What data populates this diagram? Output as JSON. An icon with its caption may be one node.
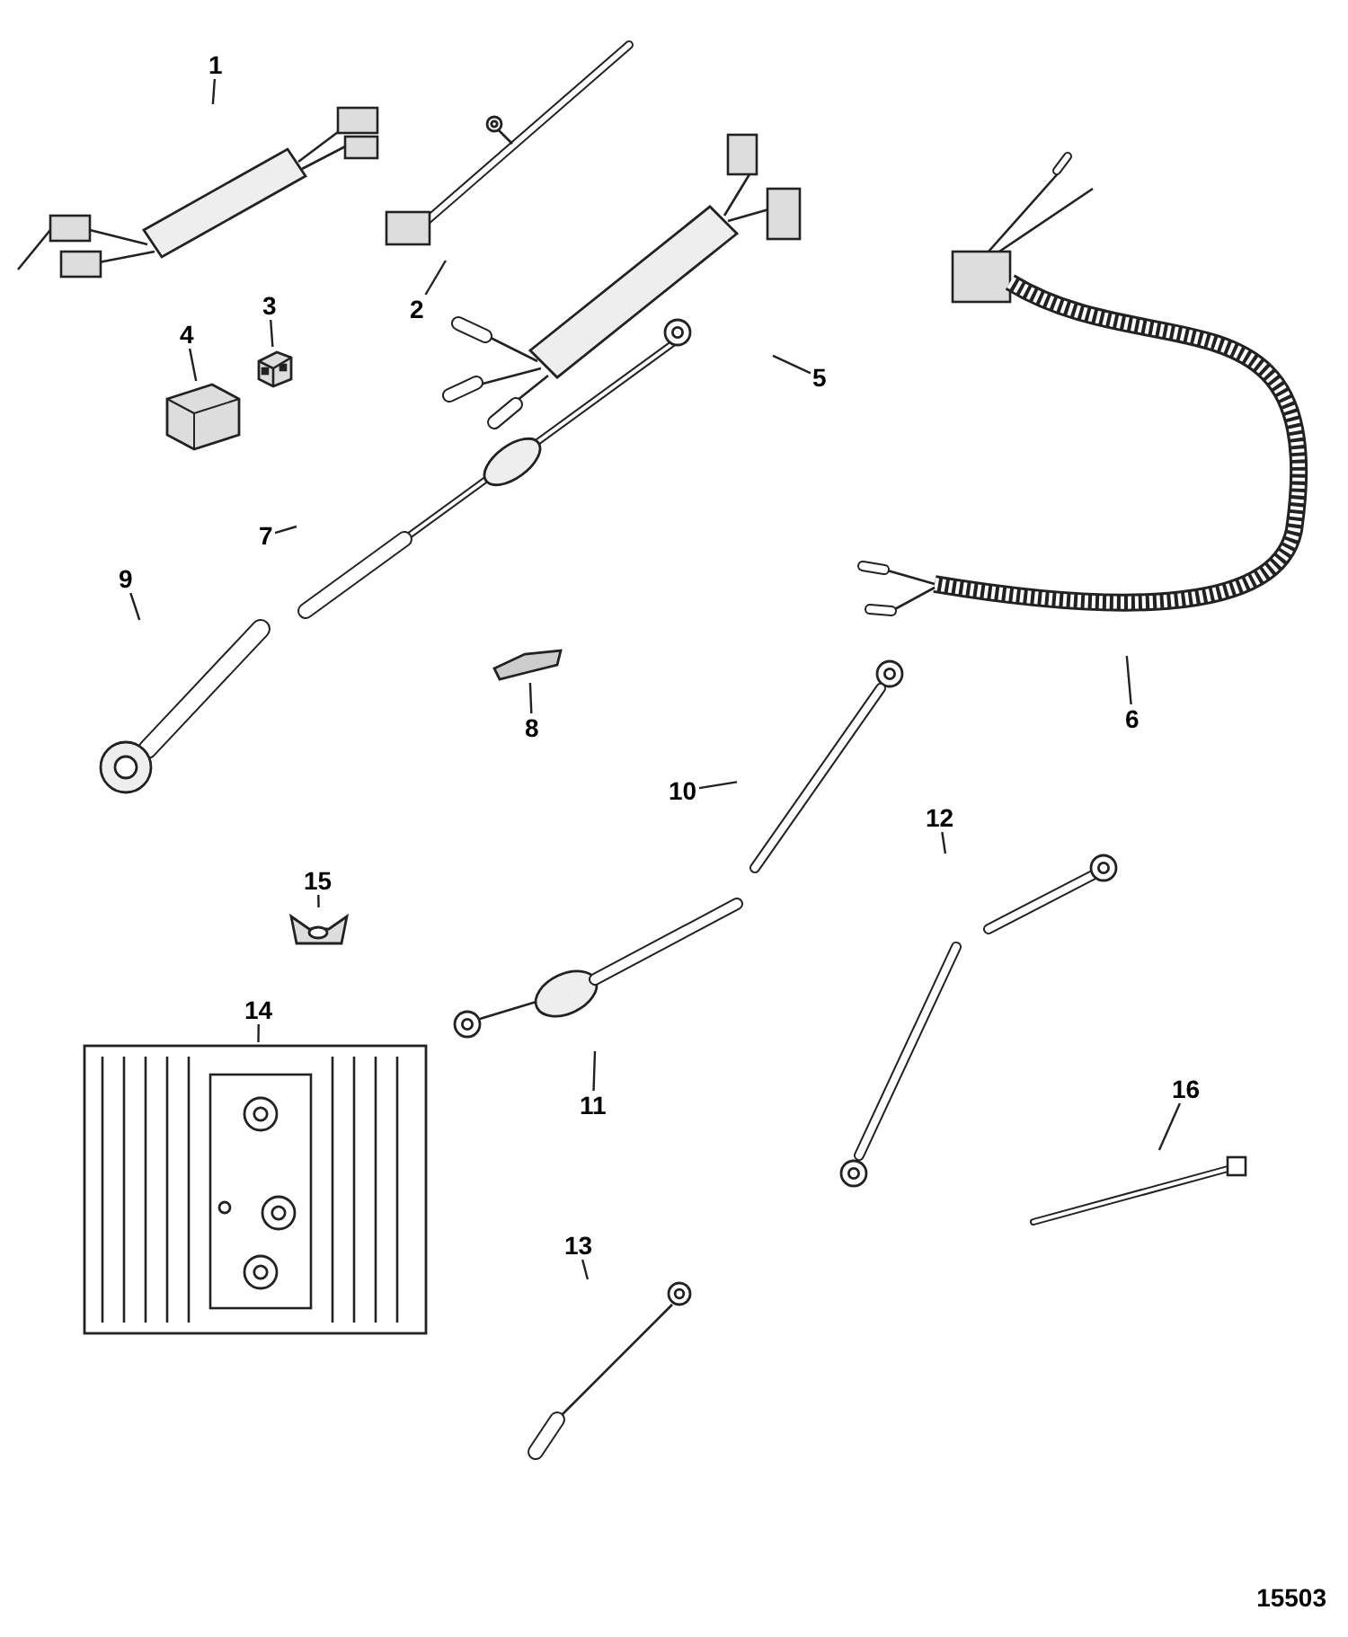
{
  "diagram": {
    "nodes": [
      {
        "text": [
          "1"
        ]
      },
      {
        "text": [
          "2"
        ]
      },
      {
        "text": [
          "3"
        ]
      },
      {
        "text": [
          "4"
        ]
      },
      {
        "text": [
          "5"
        ]
      },
      {
        "text": [
          "6"
        ]
      },
      {
        "text": [
          "7"
        ]
      },
      {
        "text": [
          "8"
        ]
      },
      {
        "text": [
          "9"
        ]
      },
      {
        "text": [
          "10"
        ]
      },
      {
        "text": [
          "11"
        ]
      },
      {
        "text": [
          "12"
        ]
      },
      {
        "text": [
          "13"
        ]
      },
      {
        "text": [
          "14"
        ]
      },
      {
        "text": [
          "15"
        ]
      },
      {
        "text": [
          "16"
        ]
      },
      {
        "text": [],
        "shape": "picture"
      },
      {
        "text": [],
        "shape": "picture"
      },
      {
        "text": [],
        "shape": "picture"
      },
      {
        "text": [],
        "shape": "picture"
      },
      {
        "text": [],
        "shape": "picture"
      },
      {
        "text": [],
        "shape": "picture"
      },
      {
        "text": [],
        "shape": "picture"
      },
      {
        "text": [],
        "shape": "picture"
      },
      {
        "text": [],
        "shape": "picture"
      },
      {
        "text": [],
        "shape": "picture"
      },
      {
        "text": [],
        "shape": "picture"
      },
      {
        "text": [],
        "shape": "picture"
      },
      {
        "text": [],
        "shape": "picture"
      },
      {
        "text": [],
        "shape": "picture"
      },
      {
        "text": [],
        "shape": "picture"
      },
      {
        "text": [],
        "shape": "picture"
      }
    ],
    "edges": [
      {
        "from": 0,
        "to": 16,
        "arrow": "none"
      },
      {
        "from": 1,
        "to": 17,
        "arrow": "none"
      },
      {
        "from": 2,
        "to": 18,
        "arrow": "none"
      },
      {
        "from": 3,
        "to": 19,
        "arrow": "none"
      },
      {
        "from": 4,
        "to": 20,
        "arrow": "none"
      },
      {
        "from": 5,
        "to": 21,
        "arrow": "none"
      },
      {
        "from": 6,
        "to": 22,
        "arrow": "none"
      },
      {
        "from": 7,
        "to": 23,
        "arrow": "none"
      },
      {
        "from": 8,
        "to": 24,
        "arrow": "none"
      },
      {
        "from": 9,
        "to": 25,
        "arrow": "none"
      },
      {
        "from": 10,
        "to": 26,
        "arrow": "none"
      },
      {
        "from": 11,
        "to": 27,
        "arrow": "none"
      },
      {
        "from": 12,
        "to": 28,
        "arrow": "none"
      },
      {
        "from": 13,
        "to": 29,
        "arrow": "none"
      },
      {
        "from": 14,
        "to": 30,
        "arrow": "none"
      },
      {
        "from": 15,
        "to": 31,
        "arrow": "none"
      }
    ],
    "labels": [
      "15503"
    ]
  }
}
